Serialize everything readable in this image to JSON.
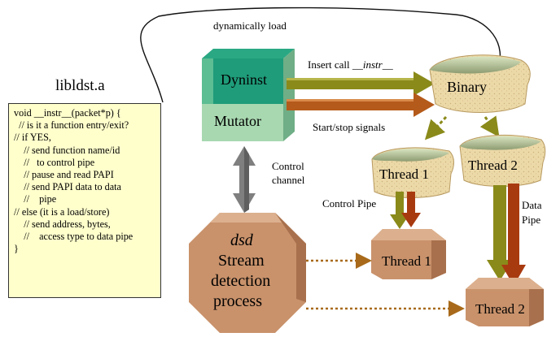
{
  "labels": {
    "dynamically_load": "dynamically load",
    "libldst": "libldst.a",
    "dyninst": "Dyninst",
    "mutator": "Mutator",
    "insert_call_prefix": "Insert call ",
    "insert_call_fn": "__instr__",
    "start_stop": "Start/stop signals",
    "binary": "Binary",
    "control_channel_1": "Control",
    "control_channel_2": "channel",
    "thread1_top": "Thread 1",
    "thread2_top": "Thread 2",
    "control_pipe": "Control Pipe",
    "data_pipe_1": "Data",
    "data_pipe_2": "Pipe",
    "thread1_bottom": "Thread 1",
    "thread2_bottom": "Thread 2",
    "dsd": "dsd",
    "dsd_line1": "Stream",
    "dsd_line2": "detection",
    "dsd_line3": "process"
  },
  "code_lines": [
    "void __instr__(packet*p) {",
    "  // is it a function entry/exit?",
    "// if YES,",
    "    // send function name/id",
    "    //   to control pipe",
    "    // pause and read PAPI",
    "    // send PAPI data to data",
    "    //    pipe",
    "// else (it is a load/store)",
    "    // send address, bytes,",
    "    //    access type to data pipe",
    "}"
  ],
  "colors": {
    "mutator_face": "#a8d8b0",
    "dyninst_face": "#1f9c7a",
    "cloud": "#ecd9a8",
    "octagon": "#c9926b",
    "olive_arrow": "#8a8a1a",
    "orange_arrow": "#b45a1a",
    "gray_arrow": "#7f7f7f",
    "code_bg": "#ffffcc"
  }
}
